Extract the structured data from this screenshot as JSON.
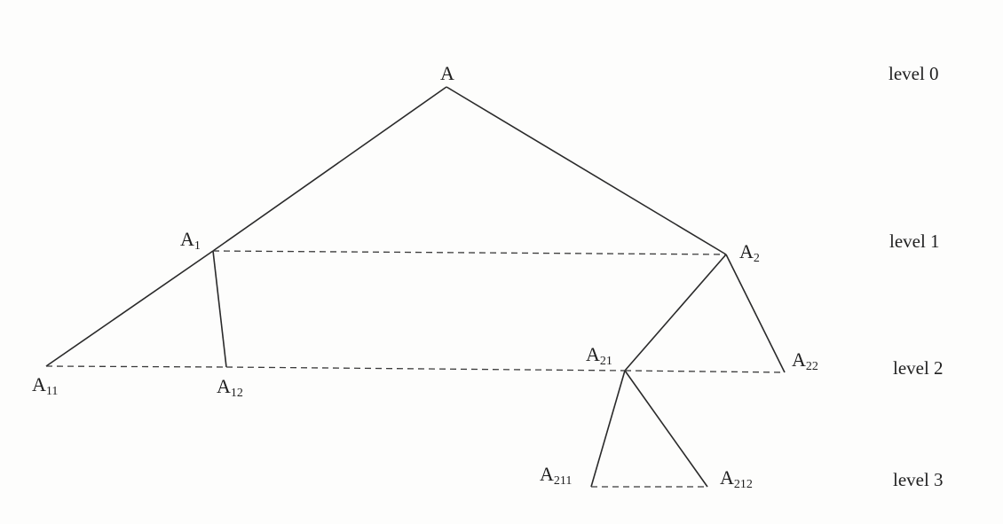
{
  "nodes": {
    "A": {
      "base": "A",
      "sub": ""
    },
    "A1": {
      "base": "A",
      "sub": "1"
    },
    "A2": {
      "base": "A",
      "sub": "2"
    },
    "A11": {
      "base": "A",
      "sub": "11"
    },
    "A12": {
      "base": "A",
      "sub": "12"
    },
    "A21": {
      "base": "A",
      "sub": "21"
    },
    "A22": {
      "base": "A",
      "sub": "22"
    },
    "A211": {
      "base": "A",
      "sub": "211"
    },
    "A212": {
      "base": "A",
      "sub": "212"
    }
  },
  "levels": [
    "level 0",
    "level 1",
    "level 2",
    "level 3"
  ],
  "edges": {
    "solid": [
      [
        "A",
        "A1"
      ],
      [
        "A",
        "A2"
      ],
      [
        "A1",
        "A11"
      ],
      [
        "A1",
        "A12"
      ],
      [
        "A2",
        "A21"
      ],
      [
        "A2",
        "A22"
      ],
      [
        "A21",
        "A211"
      ],
      [
        "A21",
        "A212"
      ]
    ],
    "dashed": [
      [
        "A1",
        "A2"
      ],
      [
        "A11",
        "A12"
      ],
      [
        "A12",
        "A21"
      ],
      [
        "A21",
        "A22"
      ],
      [
        "A211",
        "A212"
      ]
    ]
  },
  "colors": {
    "line": "#2a2a2a",
    "text": "#1f1f1f",
    "background": "#fdfdfc"
  }
}
